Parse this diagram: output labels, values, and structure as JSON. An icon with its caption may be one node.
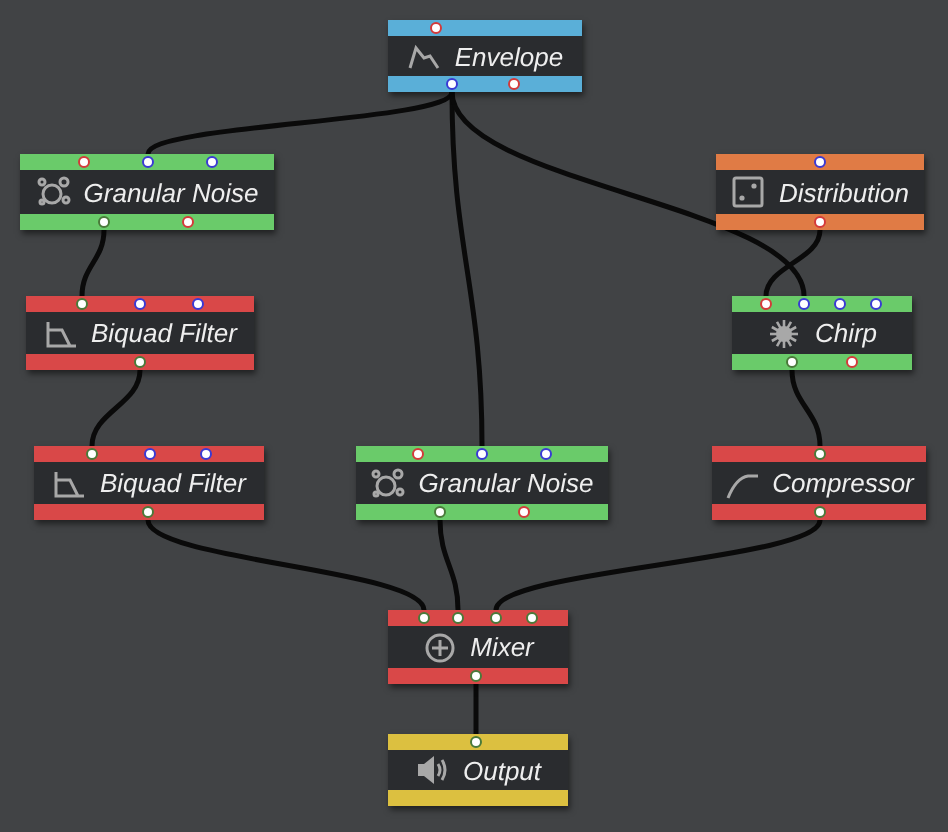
{
  "diagram": {
    "nodes": [
      {
        "text": [
          "Envelope"
        ]
      },
      {
        "text": [
          "Granular Noise"
        ]
      },
      {
        "text": [
          "Distribution"
        ]
      },
      {
        "text": [
          "Biquad Filter"
        ]
      },
      {
        "text": [
          "Chirp"
        ]
      },
      {
        "text": [
          "Biquad Filter"
        ]
      },
      {
        "text": [
          "Granular Noise"
        ]
      },
      {
        "text": [
          "Compressor"
        ]
      },
      {
        "text": [
          "Mixer"
        ]
      },
      {
        "text": [
          "Output"
        ]
      }
    ],
    "edges": [
      {
        "from": 0,
        "to": 1,
        "arrow": "none"
      },
      {
        "from": 0,
        "to": 6,
        "arrow": "none"
      },
      {
        "from": 0,
        "to": 4,
        "arrow": "none"
      },
      {
        "from": 2,
        "to": 4,
        "arrow": "none"
      },
      {
        "from": 1,
        "to": 3,
        "arrow": "none"
      },
      {
        "from": 3,
        "to": 5,
        "arrow": "none"
      },
      {
        "from": 4,
        "to": 7,
        "arrow": "none"
      },
      {
        "from": 5,
        "to": 8,
        "arrow": "none"
      },
      {
        "from": 6,
        "to": 8,
        "arrow": "none"
      },
      {
        "from": 7,
        "to": 8,
        "arrow": "none"
      },
      {
        "from": 8,
        "to": 9,
        "arrow": "none"
      }
    ]
  }
}
